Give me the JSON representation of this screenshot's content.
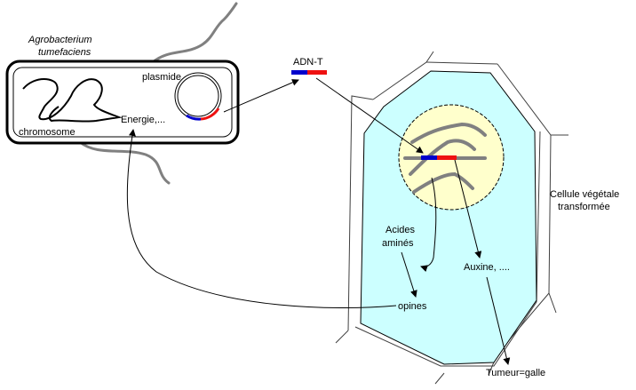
{
  "bacterium": {
    "name_line1": "Agrobacterium",
    "name_line2": "tumefaciens",
    "plasmid_label": "plasmide",
    "chromosome_label": "chromosome",
    "energy_label": "Energie,..."
  },
  "tdna_label": "ADN-T",
  "plant_cell": {
    "label_line1": "Cellule végétale",
    "label_line2": "transformée",
    "amino_line1": "Acides",
    "amino_line2": "aminés",
    "opines_label": "opines",
    "auxin_label": "Auxine, ....",
    "tumor_label": "Tumeur=galle"
  },
  "colors": {
    "cytoplasm": "#ccffff",
    "nucleus": "#ffffcc",
    "dna_gray": "#808080",
    "tdna_blue": "#0000cc",
    "tdna_red": "#ee1111"
  }
}
